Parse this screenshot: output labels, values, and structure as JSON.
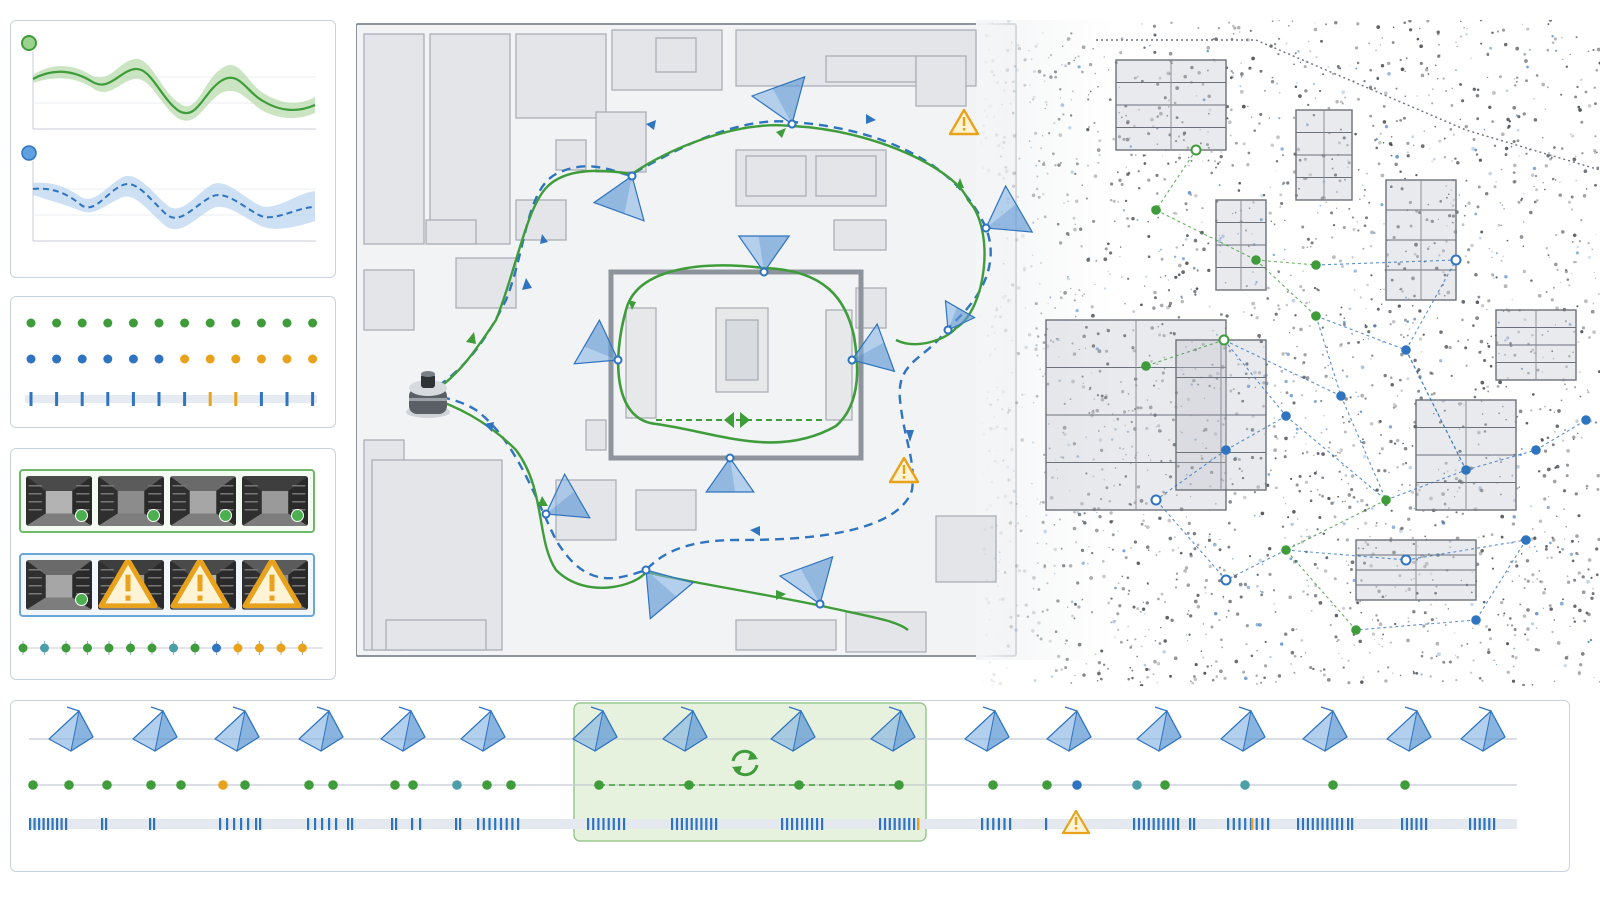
{
  "palette": {
    "green": "#3e9c3a",
    "blue": "#2f74c0",
    "orange": "#e8a21c",
    "light_blue": "#7fb1e3",
    "light_green": "#b5d9a8",
    "grey": "#b5b9bf"
  },
  "charts": {
    "top": {
      "color": "green",
      "marker": "green-dot-icon"
    },
    "bottom": {
      "color": "blue",
      "marker": "blue-dot-icon",
      "style": "dashed"
    }
  },
  "status_strip": {
    "row1": [
      "green",
      "green",
      "green",
      "green",
      "green",
      "green",
      "green",
      "green",
      "green",
      "green",
      "green",
      "green"
    ],
    "row2": [
      "blue",
      "blue",
      "blue",
      "blue",
      "blue",
      "blue",
      "orange",
      "orange",
      "orange",
      "orange",
      "orange",
      "orange"
    ],
    "row3": [
      "blue",
      "blue",
      "blue",
      "blue",
      "blue",
      "blue",
      "blue",
      "orange",
      "orange",
      "blue",
      "blue",
      "blue"
    ]
  },
  "thumbnails": {
    "row_ok": [
      {
        "badge": "green-dot"
      },
      {
        "badge": "green-dot"
      },
      {
        "badge": "green-dot"
      },
      {
        "badge": "green-dot"
      }
    ],
    "row_warn": [
      {
        "badge": "green-dot"
      },
      {
        "badge": "warning"
      },
      {
        "badge": "warning"
      },
      {
        "badge": "warning"
      }
    ],
    "dots": [
      "green",
      "teal",
      "green",
      "green",
      "green",
      "green",
      "green",
      "teal",
      "green",
      "blue",
      "orange",
      "orange",
      "orange",
      "orange"
    ]
  },
  "map": {
    "icons": [
      "robot-icon",
      "warning-icon",
      "warning-icon"
    ],
    "highlight": "loop-closure"
  },
  "timeline": {
    "camera_count": 17,
    "loop_closure_icon": "refresh-icon",
    "warning_icon": "warning-icon",
    "node_colors": [
      "green",
      "green",
      "green",
      "green",
      "green",
      "orange",
      "green",
      "green",
      "green",
      "green",
      "green",
      "teal",
      "green",
      "green",
      "green",
      "green",
      "green",
      "green",
      "green",
      "green",
      "blue",
      "teal",
      "green",
      "teal",
      "green",
      "green"
    ]
  }
}
